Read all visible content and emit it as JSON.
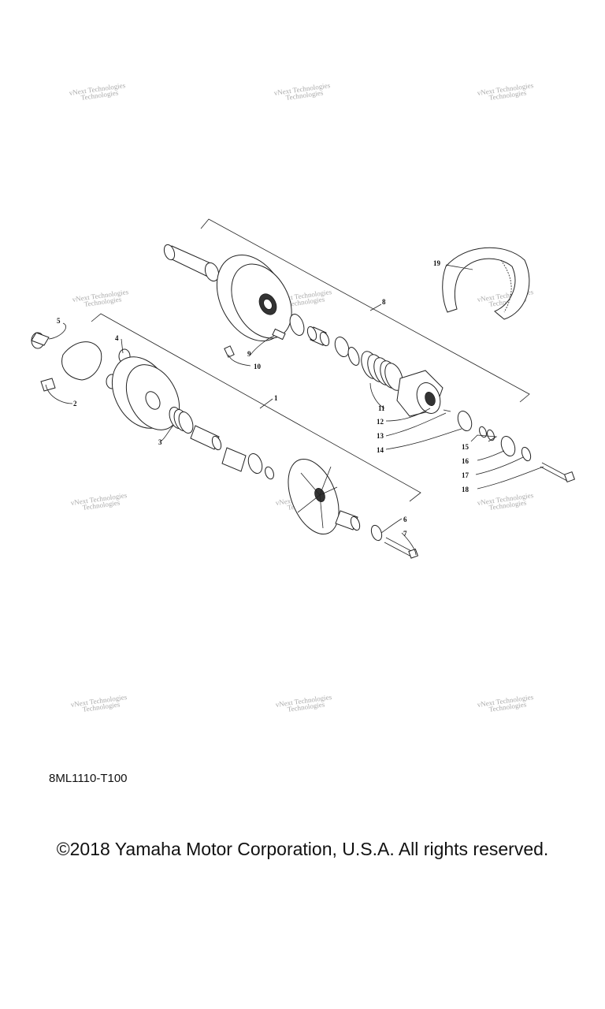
{
  "watermark": {
    "line1": "vNext Technologies",
    "line2": "Technologies"
  },
  "callouts": {
    "p1": "1",
    "p2": "2",
    "p3": "3",
    "p4": "4",
    "p5": "5",
    "p6": "6",
    "p7": "7",
    "p8": "8",
    "p9": "9",
    "p10": "10",
    "p11": "11",
    "p12": "12",
    "p13": "13",
    "p14": "14",
    "p15": "15",
    "p16": "16",
    "p17": "17",
    "p18": "18",
    "p19": "19"
  },
  "footer": {
    "reference_code": "8ML1110-T100",
    "copyright": "©2018 Yamaha Motor Corporation, U.S.A. All rights reserved."
  }
}
